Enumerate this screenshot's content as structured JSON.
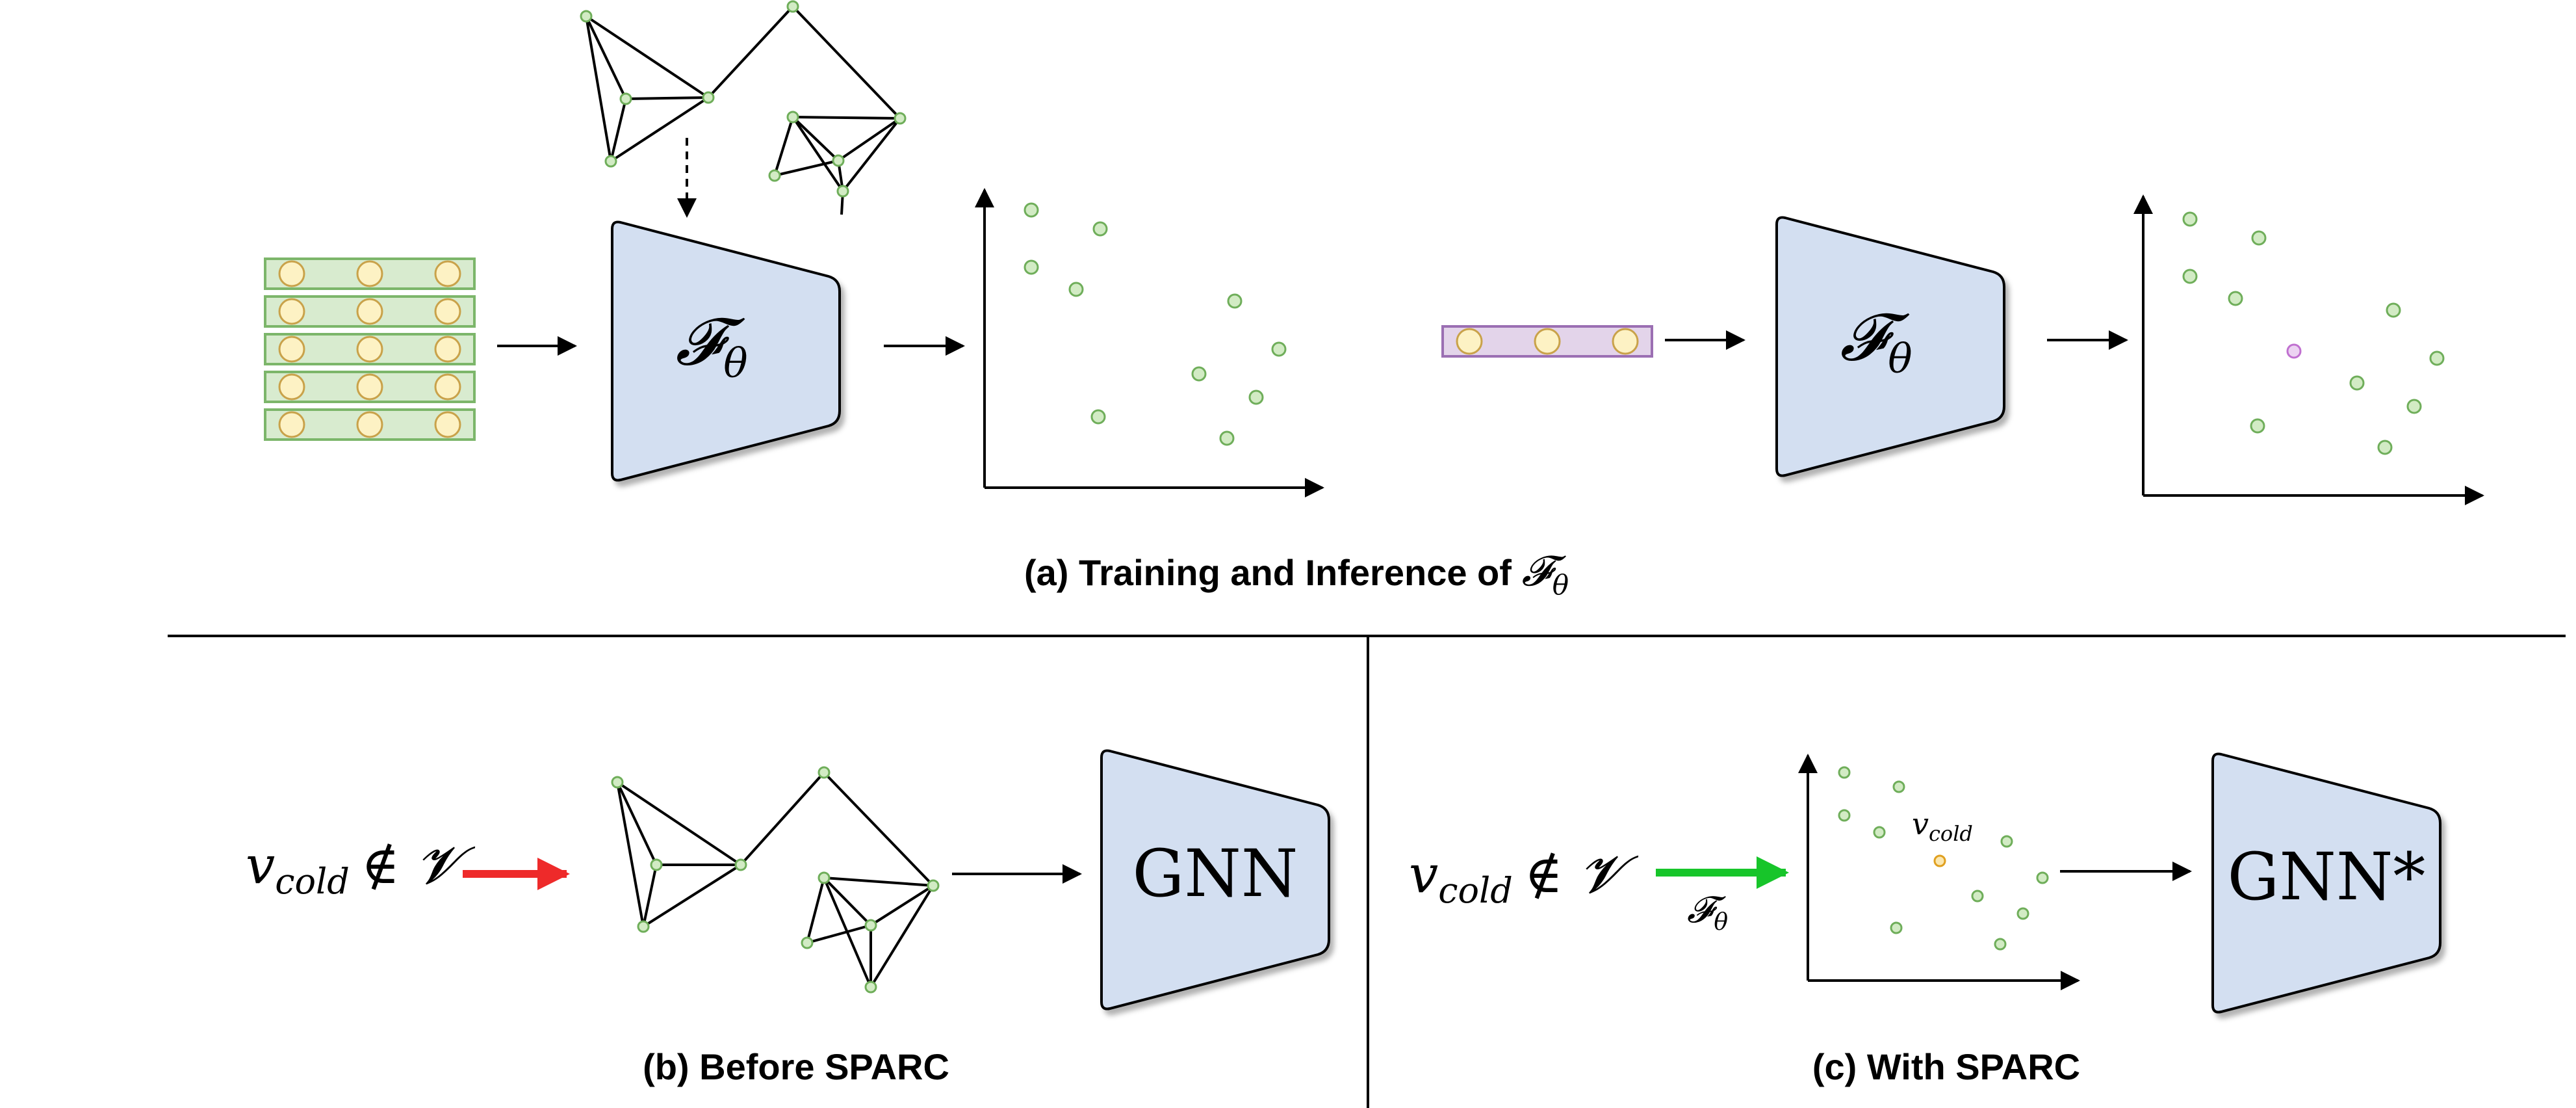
{
  "panels": {
    "a": {
      "caption": "(a) Training and Inference of ",
      "caption_math": "𝓕",
      "caption_sub": "θ",
      "encoder_label": "𝓕",
      "encoder_sub": "θ"
    },
    "b": {
      "caption": "(b) Before SPARC",
      "input_v": "v",
      "input_sub": "cold",
      "input_rel": "∉ 𝓥",
      "model_label": "GNN"
    },
    "c": {
      "caption": "(c) With SPARC",
      "input_v": "v",
      "input_sub": "cold",
      "input_rel": "∉ 𝓥",
      "arrow_label": "𝓕",
      "arrow_sub": "θ",
      "point_label_v": "v",
      "point_label_sub": "cold",
      "model_label": "GNN*"
    }
  },
  "colors": {
    "encoder_fill": "#d3dff1",
    "node_fill": "#d2ebc4",
    "node_stroke": "#6fae5a",
    "row_fill": "#d8ebcf",
    "row_stroke": "#7cb66a",
    "feature_fill": "#fdf2c4",
    "feature_stroke": "#c9a24a",
    "query_row_fill": "#e3d4ea",
    "query_row_stroke": "#9b6fb3",
    "query_point": "#c070d0",
    "cold_point": "#e0a020",
    "red_arrow": "#ee2a2a",
    "green_arrow": "#17c52a"
  }
}
